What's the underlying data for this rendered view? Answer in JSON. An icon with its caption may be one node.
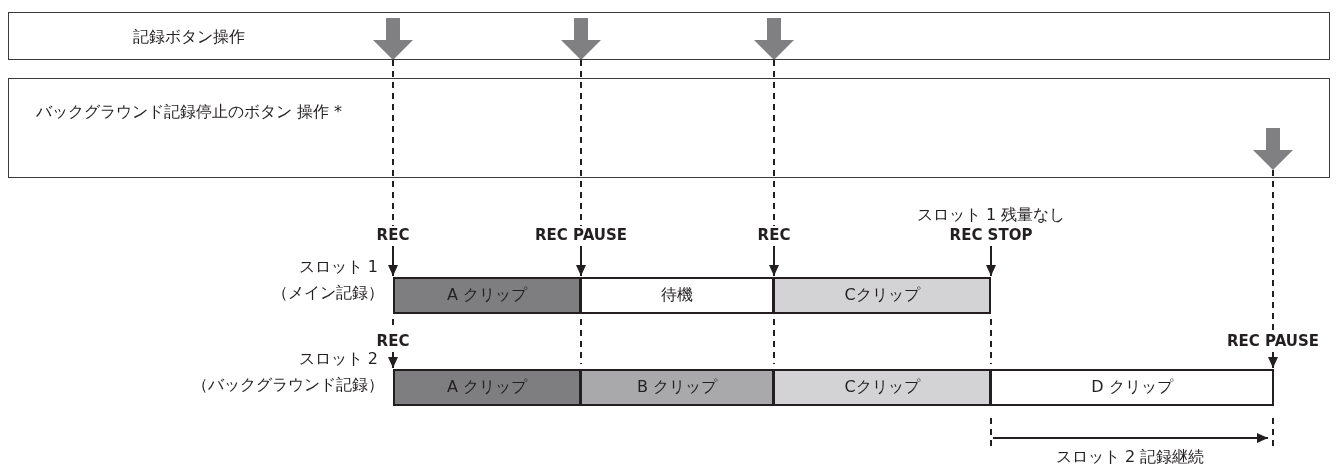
{
  "diagram": {
    "nodes": [
      {
        "text": [
          "記録ボタン操作"
        ]
      },
      {
        "text": [
          "バックグラウンド記録停止のボタン 操作 *"
        ]
      },
      {
        "text": [
          "A クリップ"
        ]
      },
      {
        "text": [
          "待機"
        ]
      },
      {
        "text": [
          "Cクリップ"
        ]
      },
      {
        "text": [
          "A クリップ"
        ]
      },
      {
        "text": [
          "B クリップ"
        ]
      },
      {
        "text": [
          "Cクリップ"
        ]
      },
      {
        "text": [
          "D クリップ"
        ]
      }
    ],
    "edges": [
      {
        "from": null,
        "to": 2,
        "arrow": "to",
        "label": "REC"
      },
      {
        "from": null,
        "to": 3,
        "arrow": "to",
        "label": "REC PAUSE"
      },
      {
        "from": null,
        "to": 4,
        "arrow": "to",
        "label": "REC"
      },
      {
        "from": null,
        "to": 4,
        "arrow": "to",
        "label": "REC STOP"
      },
      {
        "from": null,
        "to": 5,
        "arrow": "to",
        "label": "REC"
      },
      {
        "from": null,
        "to": 8,
        "arrow": "to",
        "label": "REC PAUSE"
      }
    ],
    "labels": [
      "スロット 1 残量なし",
      "スロット 1",
      "（メイン記録）",
      "スロット 2",
      "（バックグラウンド記録）",
      "スロット 2 記録継続"
    ]
  }
}
